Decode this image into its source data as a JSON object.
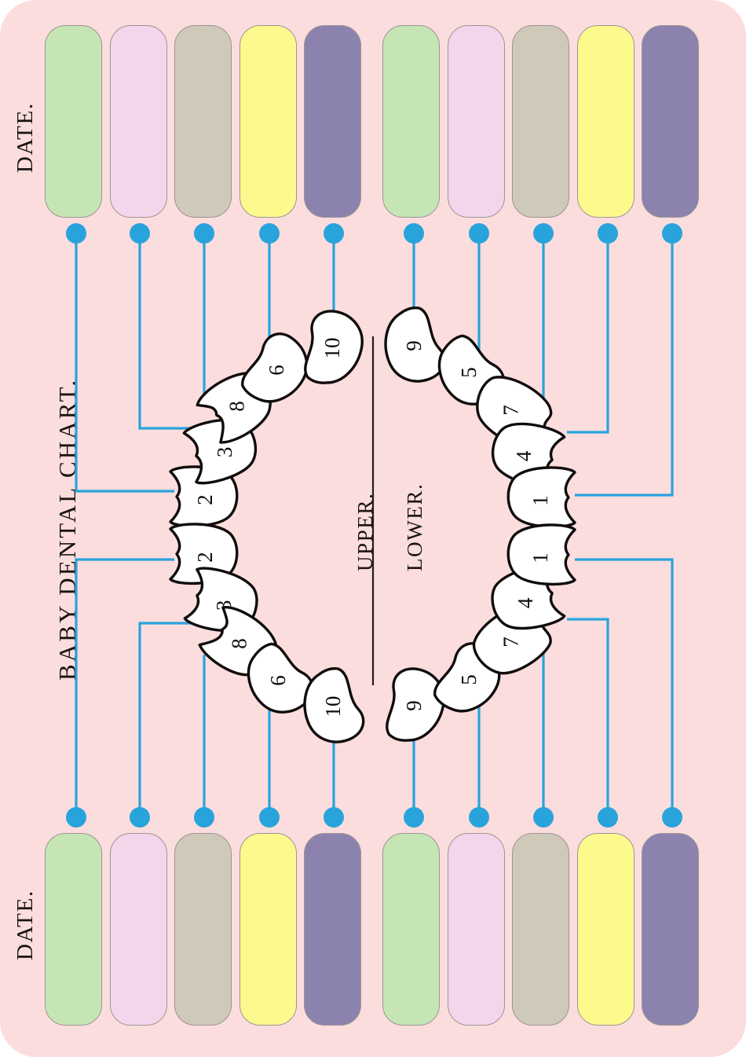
{
  "page": {
    "background": "#ffffff",
    "card_background": "#fbdddd",
    "card_radius": 46
  },
  "title": {
    "text": "BABY DENTAL CHART."
  },
  "labels": {
    "date_top": "DATE.",
    "date_bottom": "DATE.",
    "upper": "UPPER.",
    "lower": "LOWER."
  },
  "palette": {
    "green": "#c5e6b4",
    "pink": "#f3d5ec",
    "beige": "#cfc9b9",
    "yellow": "#fdfa8d",
    "purple": "#8b83ae",
    "swatch_border": "#9e9494",
    "connector": "#29a3dc",
    "tooth_fill": "#ffffff",
    "tooth_stroke": "#100c0c",
    "divider": "#231d1d",
    "text": "#1a1414"
  },
  "swatch_rows": [
    {
      "row": "top",
      "groups": [
        {
          "side": "left",
          "swatches": [
            {
              "color_name": "green",
              "color": "#c5e6b4"
            },
            {
              "color_name": "pink",
              "color": "#f3d5ec"
            },
            {
              "color_name": "beige",
              "color": "#cfc9b9"
            },
            {
              "color_name": "yellow",
              "color": "#fdfa8d"
            },
            {
              "color_name": "purple",
              "color": "#8b83ae"
            }
          ]
        },
        {
          "side": "right",
          "swatches": [
            {
              "color_name": "green",
              "color": "#c5e6b4"
            },
            {
              "color_name": "pink",
              "color": "#f3d5ec"
            },
            {
              "color_name": "beige",
              "color": "#cfc9b9"
            },
            {
              "color_name": "yellow",
              "color": "#fdfa8d"
            },
            {
              "color_name": "purple",
              "color": "#8b83ae"
            }
          ]
        }
      ]
    },
    {
      "row": "bottom",
      "groups": [
        {
          "side": "left",
          "swatches": [
            {
              "color_name": "green",
              "color": "#c5e6b4"
            },
            {
              "color_name": "pink",
              "color": "#f3d5ec"
            },
            {
              "color_name": "beige",
              "color": "#cfc9b9"
            },
            {
              "color_name": "yellow",
              "color": "#fdfa8d"
            },
            {
              "color_name": "purple",
              "color": "#8b83ae"
            }
          ]
        },
        {
          "side": "right",
          "swatches": [
            {
              "color_name": "green",
              "color": "#c5e6b4"
            },
            {
              "color_name": "pink",
              "color": "#f3d5ec"
            },
            {
              "color_name": "beige",
              "color": "#cfc9b9"
            },
            {
              "color_name": "yellow",
              "color": "#fdfa8d"
            },
            {
              "color_name": "purple",
              "color": "#8b83ae"
            }
          ]
        }
      ]
    }
  ],
  "teeth": {
    "upper_left": [
      "2",
      "3",
      "8",
      "6",
      "10"
    ],
    "upper_right": [
      "9",
      "5",
      "7",
      "4",
      "1"
    ],
    "lower_left": [
      "2",
      "3",
      "8",
      "6",
      "10"
    ],
    "lower_right": [
      "9",
      "5",
      "7",
      "4",
      "1"
    ]
  },
  "counts": {
    "swatches_total": 20,
    "connector_dots_total": 20,
    "teeth_total": 20
  }
}
